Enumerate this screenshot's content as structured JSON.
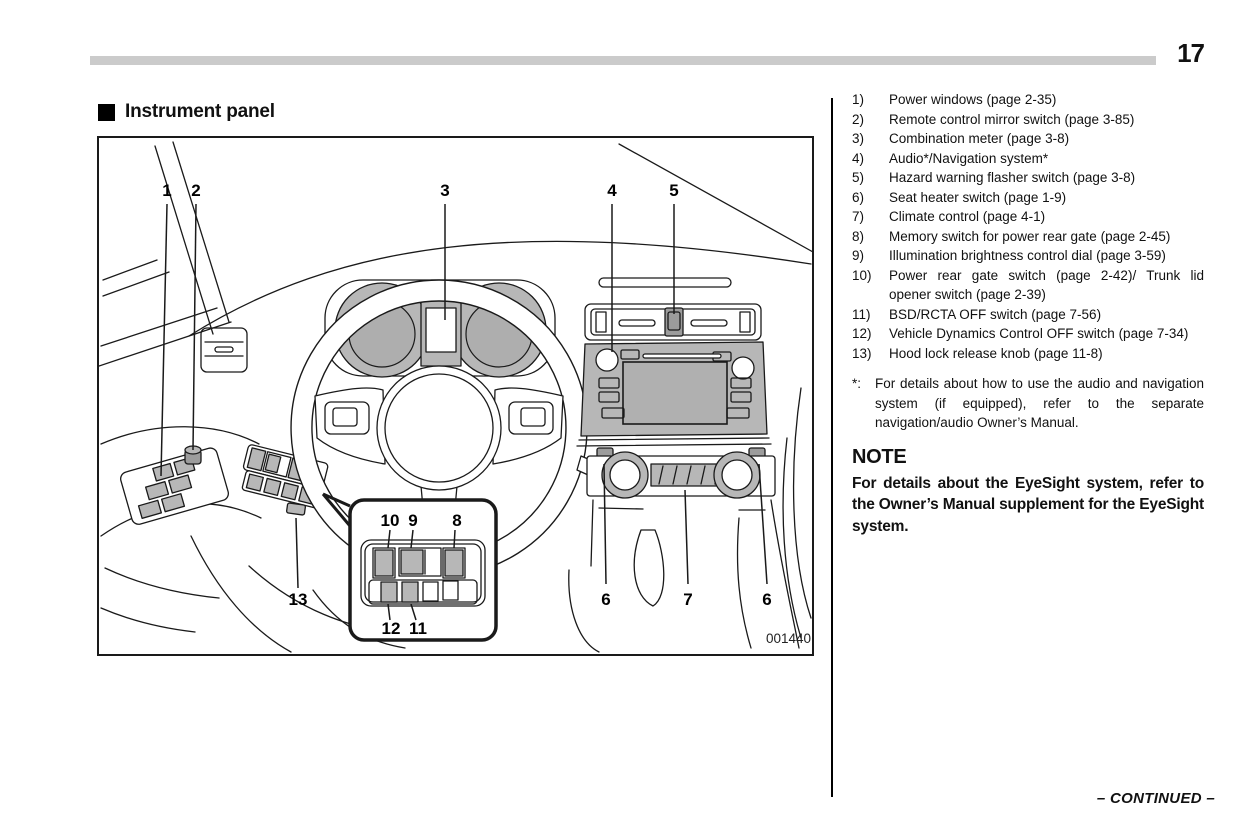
{
  "page": {
    "number": "17",
    "continued": "– CONTINUED –"
  },
  "section": {
    "title": "Instrument panel"
  },
  "diagram": {
    "figure_code": "001440",
    "callouts": {
      "c1": "1",
      "c2": "2",
      "c3": "3",
      "c4": "4",
      "c5": "5",
      "c6": "6",
      "c6b": "6",
      "c7": "7",
      "c8": "8",
      "c9": "9",
      "c10": "10",
      "c11": "11",
      "c12": "12",
      "c13": "13"
    }
  },
  "legend": {
    "items": [
      {
        "n": "1)",
        "t": "Power windows (page 2-35)"
      },
      {
        "n": "2)",
        "t": "Remote control mirror switch (page 3-85)"
      },
      {
        "n": "3)",
        "t": "Combination meter (page 3-8)"
      },
      {
        "n": "4)",
        "t": "Audio*/Navigation system*"
      },
      {
        "n": "5)",
        "t": "Hazard warning flasher switch (page 3-8)"
      },
      {
        "n": "6)",
        "t": "Seat heater switch (page 1-9)"
      },
      {
        "n": "7)",
        "t": "Climate control (page 4-1)"
      },
      {
        "n": "8)",
        "t": "Memory switch for power rear gate (page 2-45)"
      },
      {
        "n": "9)",
        "t": "Illumination brightness control dial (page 3-59)"
      },
      {
        "n": "10)",
        "t": "Power rear gate switch (page 2-42)/ Trunk lid opener switch (page 2-39)"
      },
      {
        "n": "11)",
        "t": "BSD/RCTA OFF switch (page 7-56)"
      },
      {
        "n": "12)",
        "t": "Vehicle Dynamics Control OFF switch (page 7-34)"
      },
      {
        "n": "13)",
        "t": "Hood lock release knob (page 11-8)"
      }
    ]
  },
  "footnote": {
    "marker": "*:",
    "text": "For details about how to use the audio and navigation system (if equipped), refer to the separate navigation/audio Owner’s Manual."
  },
  "note": {
    "heading": "NOTE",
    "body": "For details about the EyeSight system, refer to the Owner’s Manual supplement for the EyeSight system."
  }
}
